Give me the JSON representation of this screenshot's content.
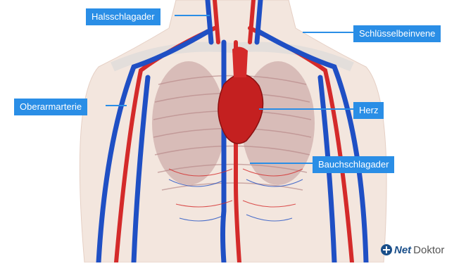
{
  "labels": {
    "halsschlagader": "Halsschlagader",
    "schluesselbeinvene": "Schlüsselbeinvene",
    "oberarmarterie": "Oberarmarterie",
    "herz": "Herz",
    "bauchschlagader": "Bauchschlagader"
  },
  "logo": {
    "part1": "Net",
    "part2": "Doktor"
  },
  "colors": {
    "label_bg": "#2a8ee6",
    "artery": "#d42a2a",
    "vein": "#1f4fc4",
    "skin": "#f0dcd0"
  }
}
